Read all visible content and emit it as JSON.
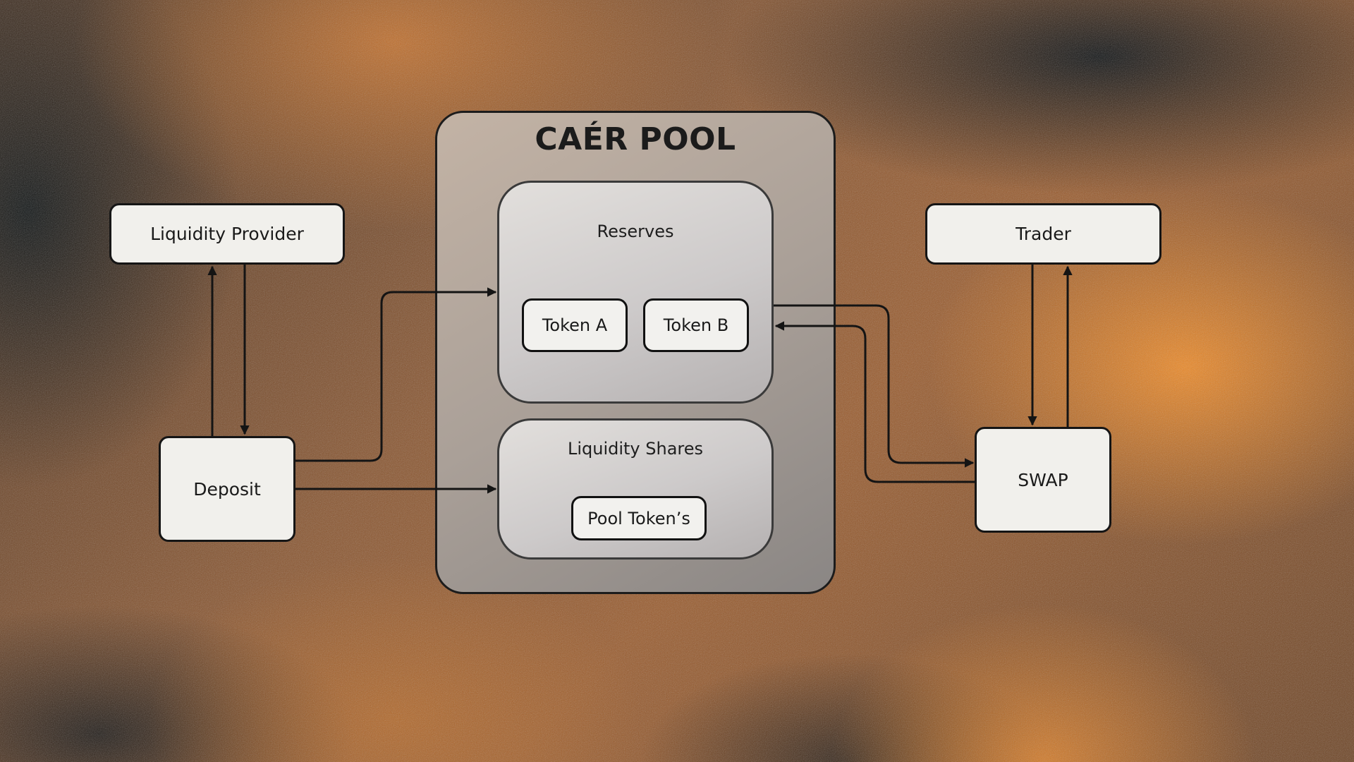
{
  "pool": {
    "title": "CAÉR POOL",
    "reserves": {
      "label": "Reserves",
      "token_a": "Token A",
      "token_b": "Token B"
    },
    "liquidity_shares": {
      "label": "Liquidity Shares",
      "pool_tokens": "Pool Token’s"
    }
  },
  "nodes": {
    "liquidity_provider": "Liquidity Provider",
    "deposit": "Deposit",
    "trader": "Trader",
    "swap": "SWAP"
  },
  "colors": {
    "box_fill": "#f1f0ec",
    "stroke": "#151515",
    "accent_orange": "#f08c28",
    "dark": "#0c1214"
  }
}
